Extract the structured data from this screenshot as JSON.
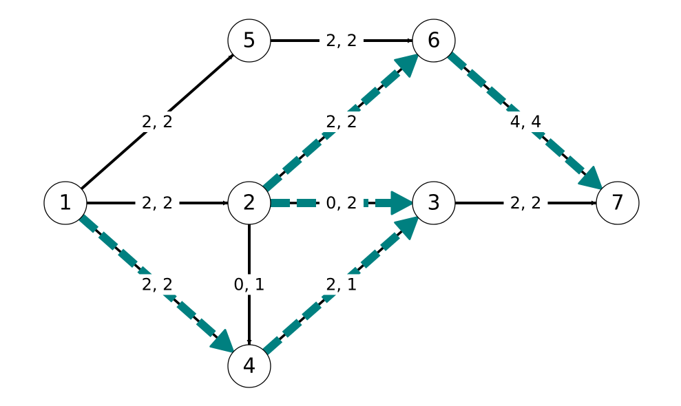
{
  "colors": {
    "highlight": "#008080",
    "edge": "#000000",
    "node_fill": "#ffffff",
    "node_stroke": "#000000"
  },
  "nodes": [
    {
      "id": "1",
      "label": "1"
    },
    {
      "id": "2",
      "label": "2"
    },
    {
      "id": "3",
      "label": "3"
    },
    {
      "id": "4",
      "label": "4"
    },
    {
      "id": "5",
      "label": "5"
    },
    {
      "id": "6",
      "label": "6"
    },
    {
      "id": "7",
      "label": "7"
    }
  ],
  "edges": [
    {
      "from": "1",
      "to": "5",
      "label": "2, 2",
      "highlighted": false
    },
    {
      "from": "5",
      "to": "6",
      "label": "2, 2",
      "highlighted": false
    },
    {
      "from": "1",
      "to": "2",
      "label": "2, 2",
      "highlighted": false
    },
    {
      "from": "1",
      "to": "4",
      "label": "2, 2",
      "highlighted": true
    },
    {
      "from": "2",
      "to": "6",
      "label": "2, 2",
      "highlighted": true
    },
    {
      "from": "2",
      "to": "3",
      "label": "0, 2",
      "highlighted": true
    },
    {
      "from": "2",
      "to": "4",
      "label": "0, 1",
      "highlighted": false
    },
    {
      "from": "4",
      "to": "3",
      "label": "2, 1",
      "highlighted": true
    },
    {
      "from": "3",
      "to": "7",
      "label": "2, 2",
      "highlighted": false
    },
    {
      "from": "6",
      "to": "7",
      "label": "4, 4",
      "highlighted": true
    }
  ]
}
